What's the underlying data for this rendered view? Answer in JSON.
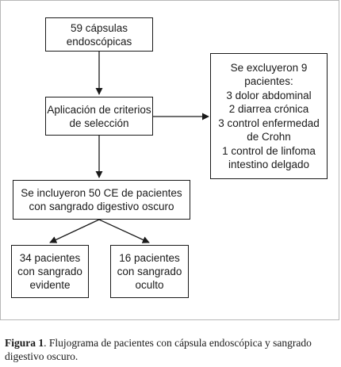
{
  "diagram": {
    "boxes": {
      "capsules": [
        "59 cápsulas",
        "endoscópicas"
      ],
      "criteria": [
        "Aplicación de criterios",
        "de selección"
      ],
      "excluded": [
        "Se excluyeron 9",
        "pacientes:",
        "3 dolor abdominal",
        "2 diarrea crónica",
        "3 control enfermedad",
        "de Crohn",
        "1 control de linfoma",
        "intestino delgado"
      ],
      "included": [
        "Se incluyeron 50 CE de pacientes",
        "con sangrado digestivo oscuro"
      ],
      "evident": [
        "34 pacientes",
        "con sangrado",
        "evidente"
      ],
      "occult": [
        "16 pacientes",
        "con sangrado",
        "oculto"
      ]
    }
  },
  "caption": {
    "label": "Figura 1",
    "text": ". Flujograma de pacientes con cápsula endoscópica y sangrado digestivo oscuro."
  }
}
